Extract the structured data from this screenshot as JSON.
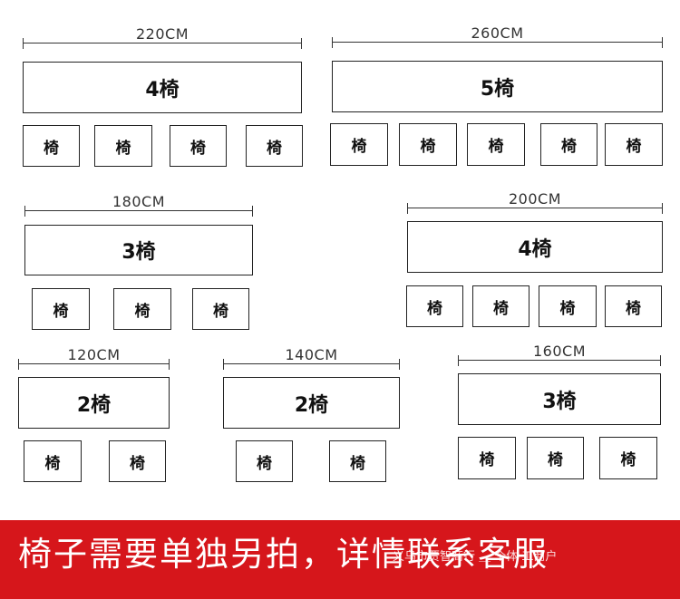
{
  "chair_label": "椅",
  "units": [
    {
      "id": "220",
      "length": "220CM",
      "table_label": "4椅",
      "chairs": 4
    },
    {
      "id": "260",
      "length": "260CM",
      "table_label": "5椅",
      "chairs": 5
    },
    {
      "id": "180",
      "length": "180CM",
      "table_label": "3椅",
      "chairs": 3
    },
    {
      "id": "200",
      "length": "200CM",
      "table_label": "4椅",
      "chairs": 4
    },
    {
      "id": "120",
      "length": "120CM",
      "table_label": "2椅",
      "chairs": 2
    },
    {
      "id": "140",
      "length": "140CM",
      "table_label": "2椅",
      "chairs": 2
    },
    {
      "id": "160",
      "length": "160CM",
      "table_label": "3椅",
      "chairs": 3
    }
  ],
  "banner": {
    "text": "椅子需要单独另拍，详情联系客服",
    "watermark": "义乌市贾智商行 ＿ 个体 工商户",
    "color": "#d6161b"
  }
}
